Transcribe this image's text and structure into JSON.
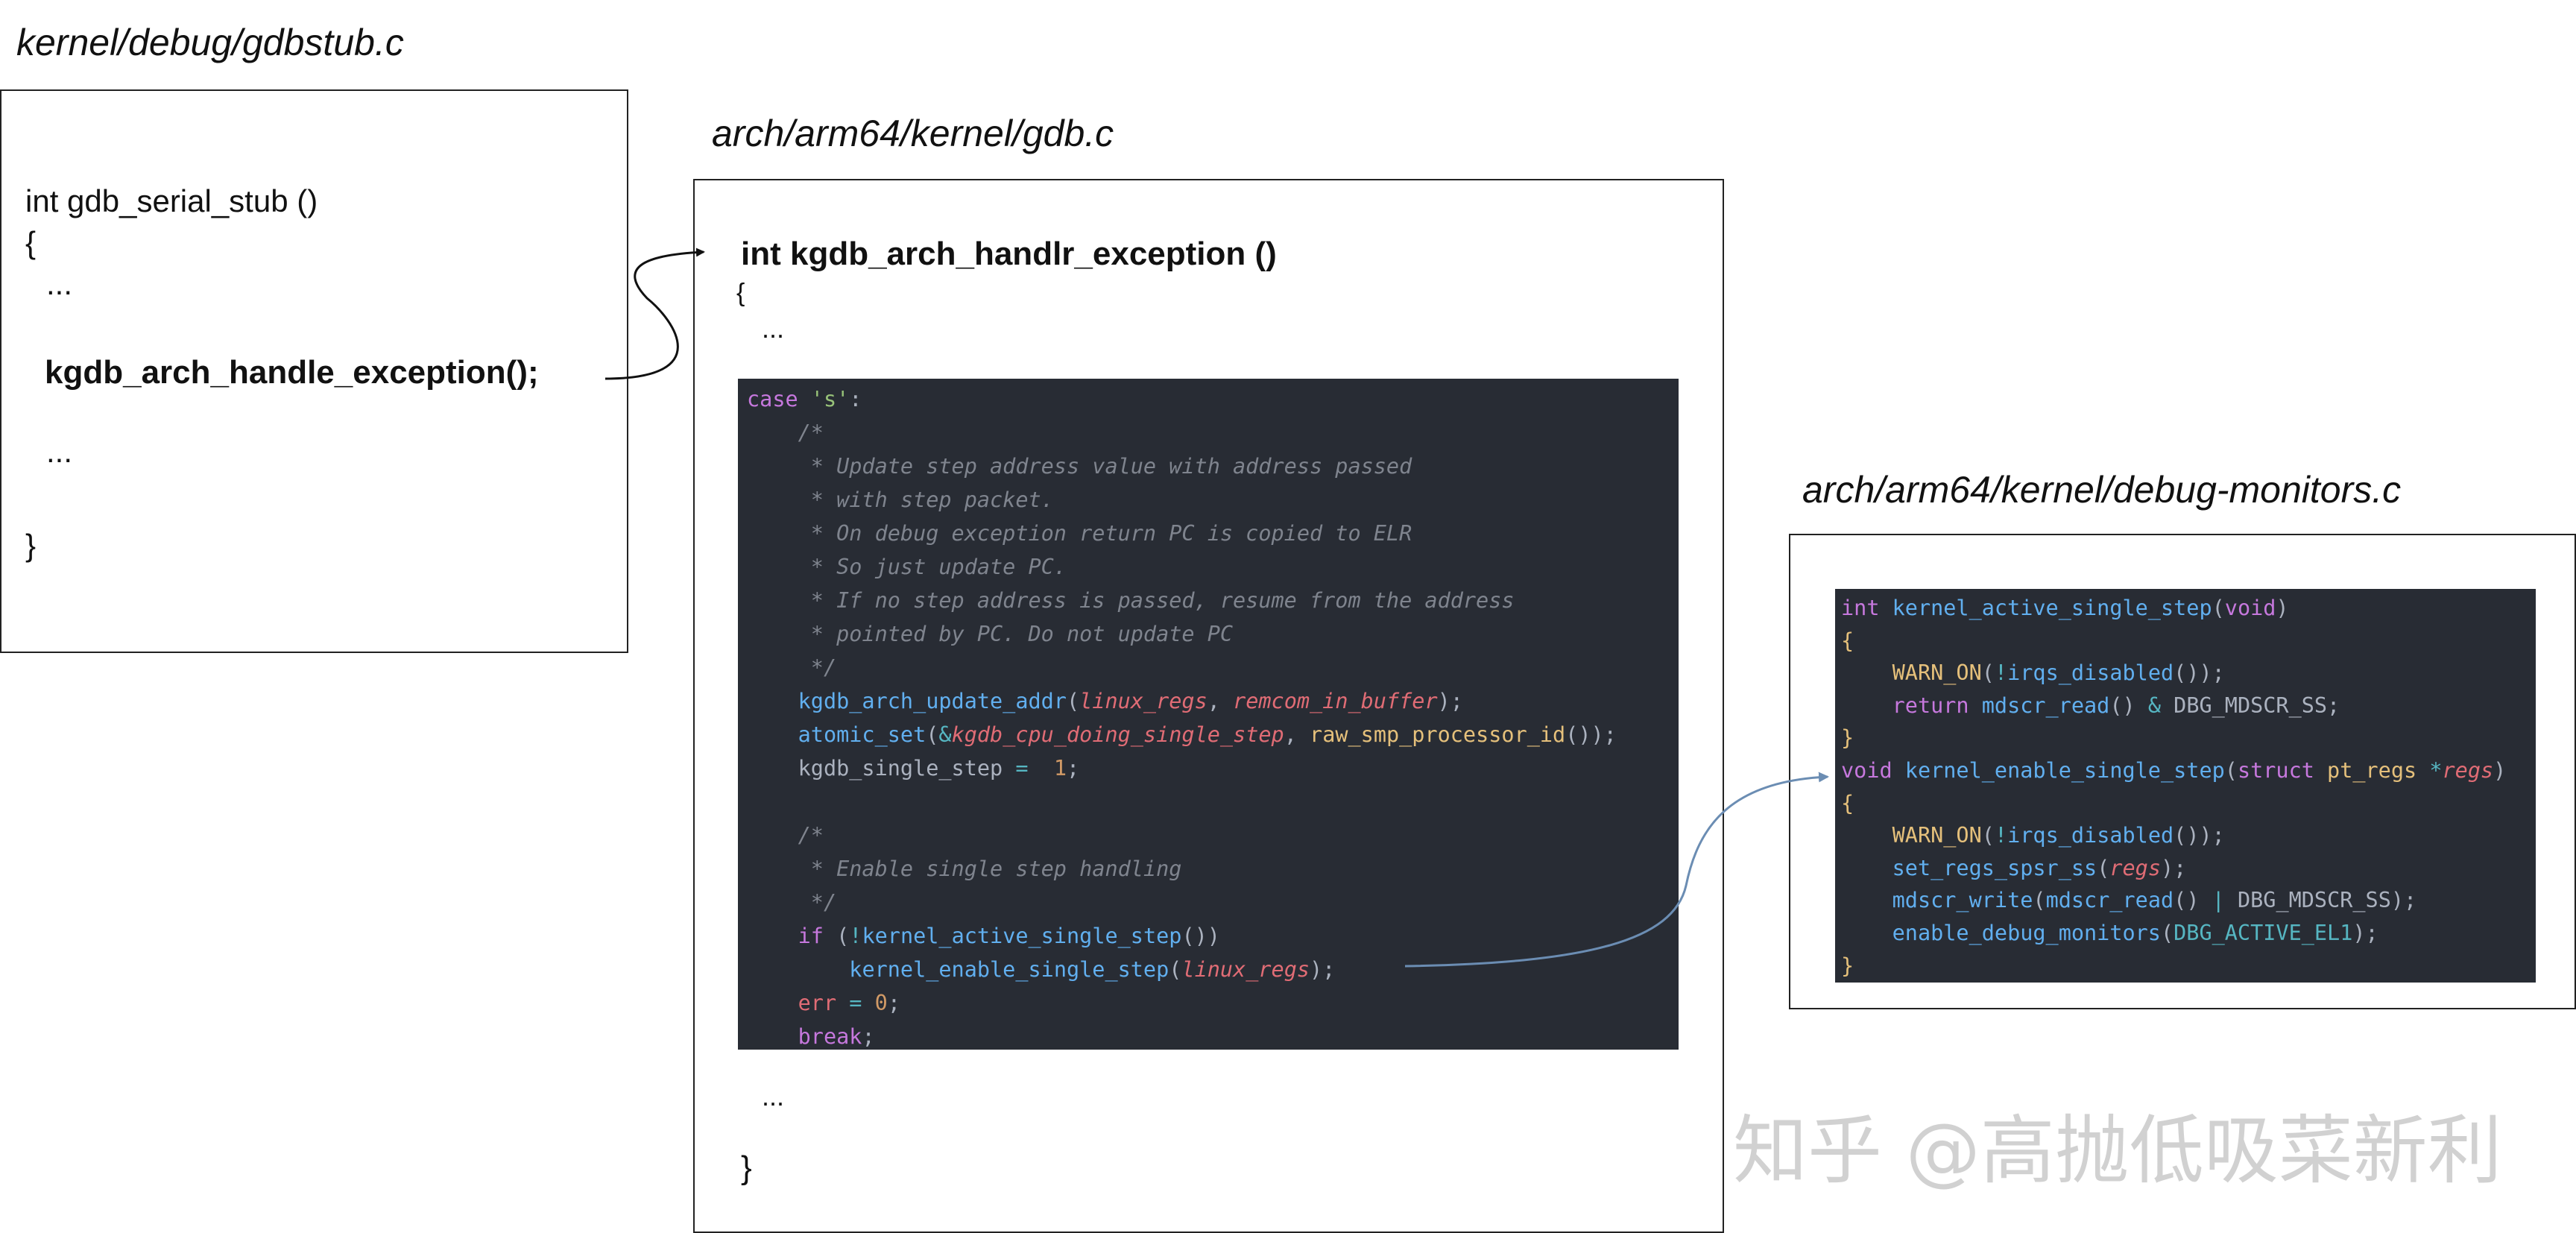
{
  "files": {
    "gdbstub": "kernel/debug/gdbstub.c",
    "gdb": "arch/arm64/kernel/gdb.c",
    "debug_monitors": "arch/arm64/kernel/debug-monitors.c"
  },
  "gdbstub_box": {
    "signature": "int gdb_serial_stub ()",
    "open_brace": "{",
    "ellipsis_1": "...",
    "call": "kgdb_arch_handle_exception();",
    "ellipsis_2": "...",
    "close_brace": "}"
  },
  "gdb_box": {
    "signature": "int kgdb_arch_handlr_exception ()",
    "open_brace": "{",
    "ellipsis_1": "...",
    "ellipsis_2": "...",
    "close_brace": "}"
  },
  "gdb_code": [
    [
      [
        "kw",
        "case "
      ],
      [
        "str",
        "'s'"
      ],
      [
        "plain",
        ":"
      ]
    ],
    [
      [
        "plain",
        "    "
      ],
      [
        "cm",
        "/*"
      ]
    ],
    [
      [
        "plain",
        "    "
      ],
      [
        "cm",
        " * Update step address value with address passed"
      ]
    ],
    [
      [
        "plain",
        "    "
      ],
      [
        "cm",
        " * with step packet."
      ]
    ],
    [
      [
        "plain",
        "    "
      ],
      [
        "cm",
        " * On debug exception return PC is copied to ELR"
      ]
    ],
    [
      [
        "plain",
        "    "
      ],
      [
        "cm",
        " * So just update PC."
      ]
    ],
    [
      [
        "plain",
        "    "
      ],
      [
        "cm",
        " * If no step address is passed, resume from the address"
      ]
    ],
    [
      [
        "plain",
        "    "
      ],
      [
        "cm",
        " * pointed by PC. Do not update PC"
      ]
    ],
    [
      [
        "plain",
        "    "
      ],
      [
        "cm",
        " */"
      ]
    ],
    [
      [
        "plain",
        "    "
      ],
      [
        "fn",
        "kgdb_arch_update_addr"
      ],
      [
        "punc",
        "("
      ],
      [
        "par",
        "linux_regs"
      ],
      [
        "punc",
        ", "
      ],
      [
        "par",
        "remcom_in_buffer"
      ],
      [
        "punc",
        ");"
      ]
    ],
    [
      [
        "plain",
        "    "
      ],
      [
        "fn",
        "atomic_set"
      ],
      [
        "punc",
        "("
      ],
      [
        "op",
        "&"
      ],
      [
        "par",
        "kgdb_cpu_doing_single_step"
      ],
      [
        "punc",
        ", "
      ],
      [
        "type",
        "raw_smp_processor_id"
      ],
      [
        "punc",
        "());"
      ]
    ],
    [
      [
        "plain",
        "    kgdb_single_step "
      ],
      [
        "op",
        "="
      ],
      [
        "plain",
        "  "
      ],
      [
        "num",
        "1"
      ],
      [
        "punc",
        ";"
      ]
    ],
    [
      [
        "plain",
        " "
      ]
    ],
    [
      [
        "plain",
        "    "
      ],
      [
        "cm",
        "/*"
      ]
    ],
    [
      [
        "plain",
        "    "
      ],
      [
        "cm",
        " * Enable single step handling"
      ]
    ],
    [
      [
        "plain",
        "    "
      ],
      [
        "cm",
        " */"
      ]
    ],
    [
      [
        "plain",
        "    "
      ],
      [
        "kw",
        "if "
      ],
      [
        "punc",
        "("
      ],
      [
        "op",
        "!"
      ],
      [
        "fn",
        "kernel_active_single_step"
      ],
      [
        "punc",
        "())"
      ]
    ],
    [
      [
        "plain",
        "        "
      ],
      [
        "fn",
        "kernel_enable_single_step"
      ],
      [
        "punc",
        "("
      ],
      [
        "par",
        "linux_regs"
      ],
      [
        "punc",
        ");"
      ]
    ],
    [
      [
        "plain",
        "    "
      ],
      [
        "var",
        "err"
      ],
      [
        "plain",
        " "
      ],
      [
        "op",
        "="
      ],
      [
        "plain",
        " "
      ],
      [
        "num",
        "0"
      ],
      [
        "punc",
        ";"
      ]
    ],
    [
      [
        "plain",
        "    "
      ],
      [
        "kw",
        "break"
      ],
      [
        "punc",
        ";"
      ]
    ]
  ],
  "monitors_code": [
    [
      [
        "kw",
        "int "
      ],
      [
        "fn",
        "kernel_active_single_step"
      ],
      [
        "punc",
        "("
      ],
      [
        "kw",
        "void"
      ],
      [
        "punc",
        ")"
      ]
    ],
    [
      [
        "type",
        "{"
      ]
    ],
    [
      [
        "plain",
        "    "
      ],
      [
        "type",
        "WARN_ON"
      ],
      [
        "punc",
        "("
      ],
      [
        "op",
        "!"
      ],
      [
        "fn",
        "irqs_disabled"
      ],
      [
        "punc",
        "());"
      ]
    ],
    [
      [
        "plain",
        "    "
      ],
      [
        "kw",
        "return "
      ],
      [
        "fn",
        "mdscr_read"
      ],
      [
        "punc",
        "() "
      ],
      [
        "op",
        "&"
      ],
      [
        "plain",
        " DBG_MDSCR_SS;"
      ]
    ],
    [
      [
        "type",
        "}"
      ]
    ],
    [
      [
        "kw",
        "void "
      ],
      [
        "fn",
        "kernel_enable_single_step"
      ],
      [
        "punc",
        "("
      ],
      [
        "kw",
        "struct "
      ],
      [
        "type",
        "pt_regs "
      ],
      [
        "op",
        "*"
      ],
      [
        "par",
        "regs"
      ],
      [
        "punc",
        ")"
      ]
    ],
    [
      [
        "type",
        "{"
      ]
    ],
    [
      [
        "plain",
        "    "
      ],
      [
        "type",
        "WARN_ON"
      ],
      [
        "punc",
        "("
      ],
      [
        "op",
        "!"
      ],
      [
        "fn",
        "irqs_disabled"
      ],
      [
        "punc",
        "());"
      ]
    ],
    [
      [
        "plain",
        "    "
      ],
      [
        "fn",
        "set_regs_spsr_ss"
      ],
      [
        "punc",
        "("
      ],
      [
        "par",
        "regs"
      ],
      [
        "punc",
        ");"
      ]
    ],
    [
      [
        "plain",
        "    "
      ],
      [
        "fn",
        "mdscr_write"
      ],
      [
        "punc",
        "("
      ],
      [
        "fn",
        "mdscr_read"
      ],
      [
        "punc",
        "() "
      ],
      [
        "op",
        "|"
      ],
      [
        "plain",
        " DBG_MDSCR_SS);"
      ]
    ],
    [
      [
        "plain",
        "    "
      ],
      [
        "fn",
        "enable_debug_monitors"
      ],
      [
        "punc",
        "("
      ],
      [
        "op",
        "DBG_ACTIVE_EL1"
      ],
      [
        "punc",
        ");"
      ]
    ],
    [
      [
        "type",
        "}"
      ]
    ]
  ],
  "watermark": "知乎 @高抛低吸菜新利"
}
